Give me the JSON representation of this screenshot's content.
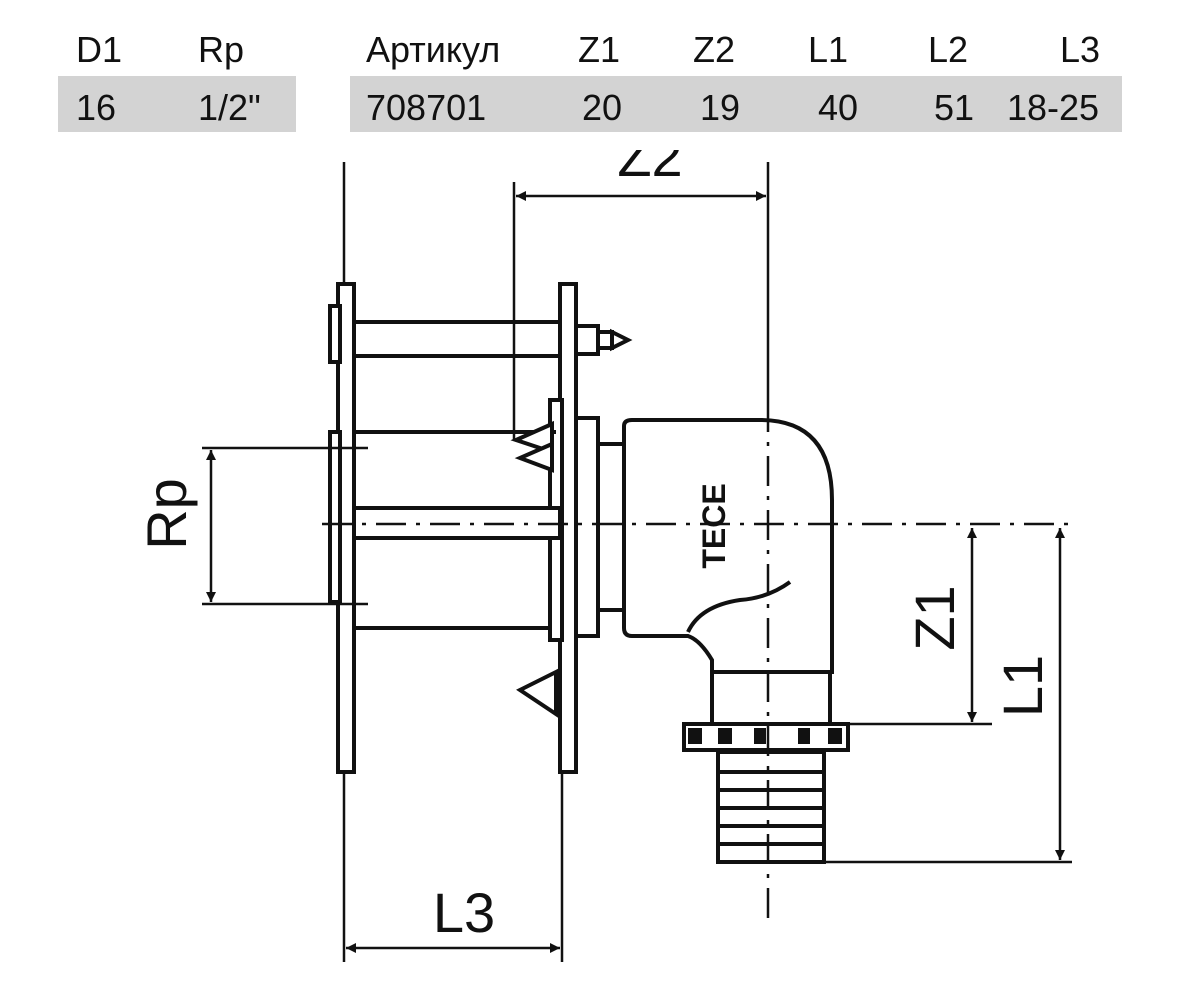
{
  "table": {
    "headers": {
      "d1": "D1",
      "rp": "Rp",
      "article": "Артикул",
      "z1": "Z1",
      "z2": "Z2",
      "l1": "L1",
      "l2": "L2",
      "l3": "L3"
    },
    "row": {
      "d1": "16",
      "rp": "1/2\"",
      "article": "708701",
      "z1": "20",
      "z2": "19",
      "l1": "40",
      "l2": "51",
      "l3": "18-25"
    }
  },
  "drawing": {
    "labels": {
      "z2": "Z2",
      "rp": "Rp",
      "z1": "Z1",
      "l1": "L1",
      "l3": "L3",
      "brand": "TECE"
    },
    "colors": {
      "line": "#111111",
      "fill": "#ffffff",
      "table_row_bg": "#d3d3d3"
    }
  }
}
